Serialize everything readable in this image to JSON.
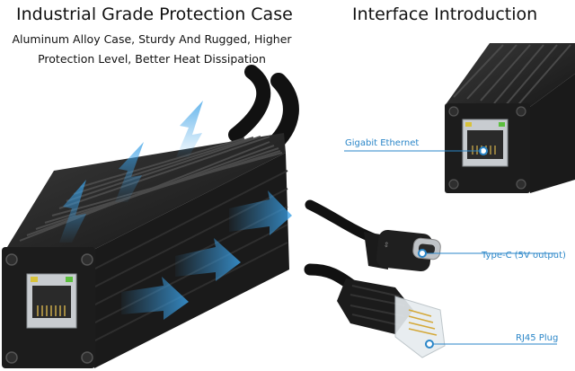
{
  "left_panel": {
    "title": "Industrial Grade Protection Case",
    "subtitle_line1": "Aluminum Alloy Case, Sturdy And Rugged, Higher",
    "subtitle_line2": "Protection Level, Better Heat Dissipation"
  },
  "right_panel": {
    "title": "Interface Introduction",
    "callouts": [
      {
        "label": "Gigabit Ethernet"
      },
      {
        "label": "Type-C (5V output)"
      },
      {
        "label": "RJ45 Plug"
      }
    ]
  },
  "colors": {
    "accent": "#2a86c8",
    "arrow": "#3aa0e6",
    "case": "#1c1c1c"
  }
}
